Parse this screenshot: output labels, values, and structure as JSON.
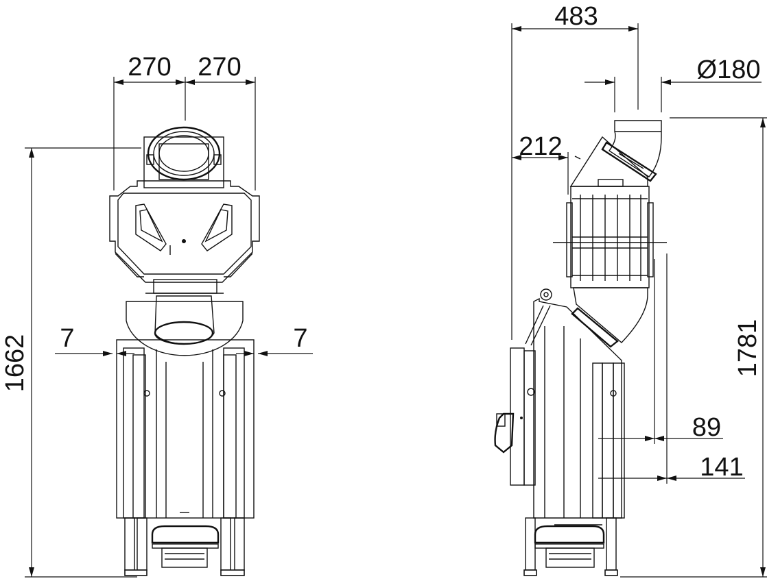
{
  "drawing": {
    "views": [
      "front-view",
      "side-view"
    ],
    "dimensions": {
      "front_width_left": "270",
      "front_width_right": "270",
      "front_height": "1662",
      "front_offset_left": "7",
      "front_offset_right": "7",
      "side_depth": "483",
      "flue_diameter": "Ø180",
      "side_flue_offset": "212",
      "side_height": "1781",
      "side_offset_89": "89",
      "side_offset_141": "141"
    }
  }
}
